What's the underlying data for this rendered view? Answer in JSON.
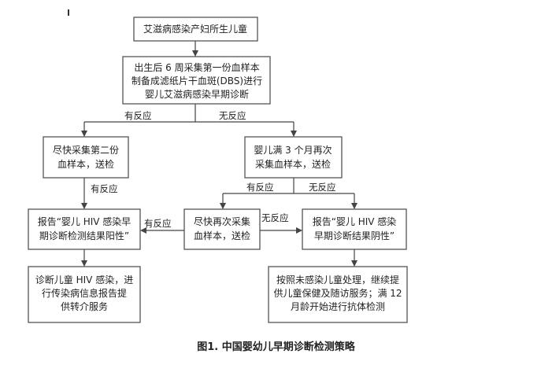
{
  "nodes": {
    "n1": {
      "lines": [
        "艾滋病感染产妇所生儿童"
      ]
    },
    "n2": {
      "lines": [
        "出生后 6 周采集第一份血样本",
        "制备成滤纸片干血斑(DBS)进行",
        "婴儿艾滋病感染早期诊断"
      ]
    },
    "n3": {
      "lines": [
        "尽快采集第二份",
        "血样本，送检"
      ]
    },
    "n4": {
      "lines": [
        "婴儿满 3 个月再次",
        "采集血样本，送检"
      ]
    },
    "n5": {
      "lines": [
        "报告“婴儿 HIV 感染早",
        "期诊断检测结果阳性”"
      ]
    },
    "n6": {
      "lines": [
        "尽快再次采集",
        "血样本，送检"
      ]
    },
    "n7": {
      "lines": [
        "报告“婴儿 HIV 感染",
        "早期诊断结果阴性”"
      ]
    },
    "n8": {
      "lines": [
        "诊断儿童 HIV 感染，进",
        "行传染病信息报告提",
        "供转介服务"
      ]
    },
    "n9": {
      "lines": [
        "按照未感染儿童处理，继续提",
        "供儿童保健及随访服务；满 12",
        "月龄开始进行抗体检测"
      ]
    }
  },
  "edge_labels": {
    "pos1": "有反应",
    "neg1": "无反应",
    "pos2": "有反应",
    "pos3": "有反应",
    "neg3": "无反应",
    "pos4": "有反应",
    "neg4": "无反应"
  },
  "caption": "图1. 中国婴幼儿早期诊断检测策略"
}
